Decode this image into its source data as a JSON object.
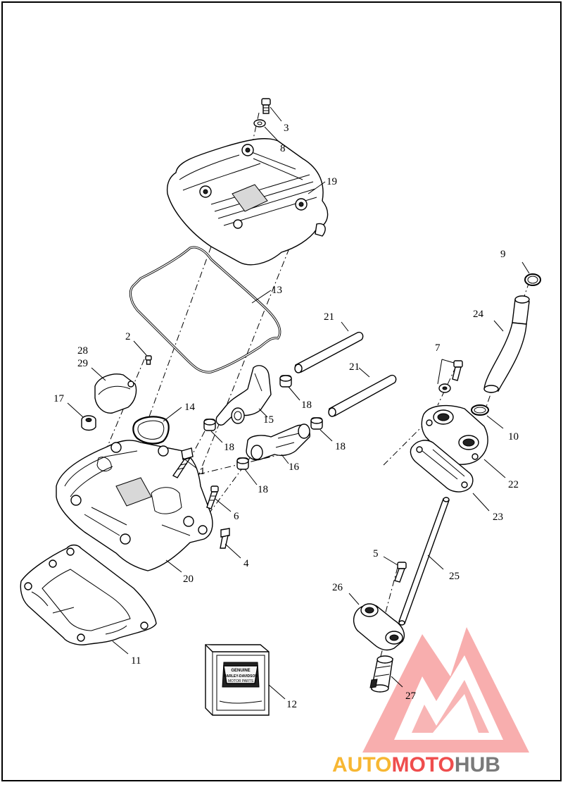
{
  "callouts": [
    {
      "id": "c1",
      "text": "1"
    },
    {
      "id": "c2",
      "text": "2"
    },
    {
      "id": "c3",
      "text": "3"
    },
    {
      "id": "c4",
      "text": "4"
    },
    {
      "id": "c5",
      "text": "5"
    },
    {
      "id": "c6",
      "text": "6"
    },
    {
      "id": "c7",
      "text": "7"
    },
    {
      "id": "c8",
      "text": "8"
    },
    {
      "id": "c9",
      "text": "9"
    },
    {
      "id": "c10",
      "text": "10"
    },
    {
      "id": "c11",
      "text": "11"
    },
    {
      "id": "c12",
      "text": "12"
    },
    {
      "id": "c13",
      "text": "13"
    },
    {
      "id": "c14",
      "text": "14"
    },
    {
      "id": "c15",
      "text": "15"
    },
    {
      "id": "c16",
      "text": "16"
    },
    {
      "id": "c17",
      "text": "17"
    },
    {
      "id": "c18a",
      "text": "18"
    },
    {
      "id": "c18b",
      "text": "18"
    },
    {
      "id": "c18c",
      "text": "18"
    },
    {
      "id": "c18d",
      "text": "18"
    },
    {
      "id": "c19",
      "text": "19"
    },
    {
      "id": "c20",
      "text": "20"
    },
    {
      "id": "c21a",
      "text": "21"
    },
    {
      "id": "c21b",
      "text": "21"
    },
    {
      "id": "c22",
      "text": "22"
    },
    {
      "id": "c23",
      "text": "23"
    },
    {
      "id": "c24",
      "text": "24"
    },
    {
      "id": "c25",
      "text": "25"
    },
    {
      "id": "c26",
      "text": "26"
    },
    {
      "id": "c27",
      "text": "27"
    },
    {
      "id": "c28",
      "text": "28"
    },
    {
      "id": "c29",
      "text": "29"
    }
  ],
  "kit_box": {
    "top": "GENUINE",
    "middle": "HARLEY-DAVIDSON",
    "bottom": "MOTOR PARTS"
  },
  "watermark": {
    "part1": "AUTO",
    "part2": "MOTO",
    "part3": "HUB",
    "colors": {
      "auto": "#f7b733",
      "moto": "#ef4d4d",
      "hub": "#7a7a7a",
      "triangle": "#ee3b3b"
    }
  }
}
